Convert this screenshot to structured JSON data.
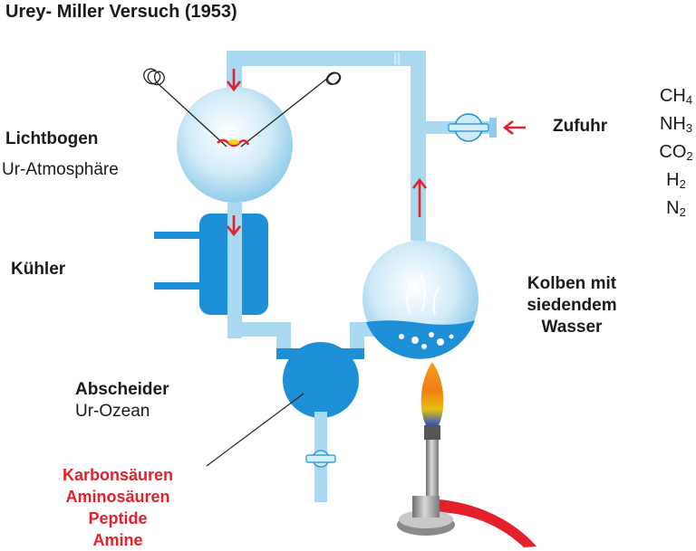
{
  "title": "Urey- Miller Versuch (1953)",
  "labels": {
    "lichtbogen": "Lichtbogen",
    "atmosphaere": "Ur-Atmosphäre",
    "kuehler": "Kühler",
    "abscheider": "Abscheider",
    "ozean": "Ur-Ozean",
    "zufuhr": "Zufuhr",
    "kolben_1": "Kolben mit",
    "kolben_2": "siedendem",
    "kolben_3": "Wasser"
  },
  "products": [
    "Karbonsäuren",
    "Aminosäuren",
    "Peptide",
    "Amine"
  ],
  "gases": [
    {
      "base": "CH",
      "sub": "4"
    },
    {
      "base": "NH",
      "sub": "3"
    },
    {
      "base": "CO",
      "sub": "2"
    },
    {
      "base": "H",
      "sub": "2"
    },
    {
      "base": "N",
      "sub": "2"
    }
  ],
  "colors": {
    "pipe": "#a9d9f0",
    "water": "#1c8fd6",
    "arrow": "#e3202b",
    "glass": "#d5eefa"
  }
}
